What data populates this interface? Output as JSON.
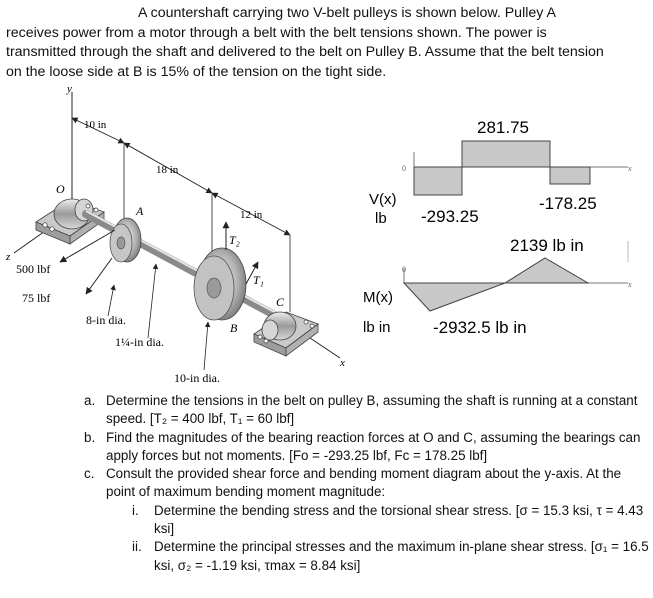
{
  "problem": {
    "line1": "A countershaft carrying two V-belt pulleys is shown below. Pulley A",
    "line2": "receives power from a motor through a belt with the belt tensions shown. The power is",
    "line3": "transmitted through the shaft and delivered to the belt on Pulley B. Assume that the belt tension",
    "line4": "on the loose side at B is 15% of the tension on the tight side."
  },
  "figure": {
    "axis_y": "y",
    "axis_z": "z",
    "axis_x": "x",
    "dim_10in": "10 in",
    "dim_18in": "18 in",
    "dim_12in": "12 in",
    "label_O": "O",
    "label_A": "A",
    "label_B": "B",
    "label_C": "C",
    "label_T2": "T₂",
    "label_T1": "T₁",
    "force_500": "500 lbf",
    "force_75": "75 lbf",
    "dia_8in": "8-in dia.",
    "dia_shaft": "1¼-in dia.",
    "dia_10in": "10-in dia."
  },
  "diagrams": {
    "shear_label_1": "V(x)",
    "shear_label_2": "lb",
    "shear_pos": "281.75",
    "shear_neg1": "-293.25",
    "shear_neg2": "-178.25",
    "moment_label_1": "M(x)",
    "moment_label_2": "lb in",
    "moment_pos": "2139 lb in",
    "moment_neg": "-2932.5 lb in",
    "origin": "0",
    "xaxis": "x"
  },
  "questions": {
    "a_marker": "a.",
    "a_text": "Determine the tensions in the belt on pulley B, assuming the shaft is running at a constant speed. [T₂ = 400 lbf, T₁ = 60 lbf]",
    "b_marker": "b.",
    "b_text": "Find the magnitudes of the bearing reaction forces at O and C, assuming the bearings can apply forces but not moments. [Fo = -293.25 lbf, Fc = 178.25 lbf]",
    "c_marker": "c.",
    "c_text": "Consult the provided shear force and bending moment diagram about the y-axis. At the point of maximum bending moment magnitude:",
    "ci_marker": "i.",
    "ci_text": "Determine the bending stress and the torsional shear stress. [σ = 15.3 ksi, τ = 4.43 ksi]",
    "cii_marker": "ii.",
    "cii_text": "Determine the principal stresses and the maximum in-plane shear stress. [σ₁ = 16.5 ksi, σ₂ = -1.19 ksi, τmax = 8.84 ksi]"
  }
}
